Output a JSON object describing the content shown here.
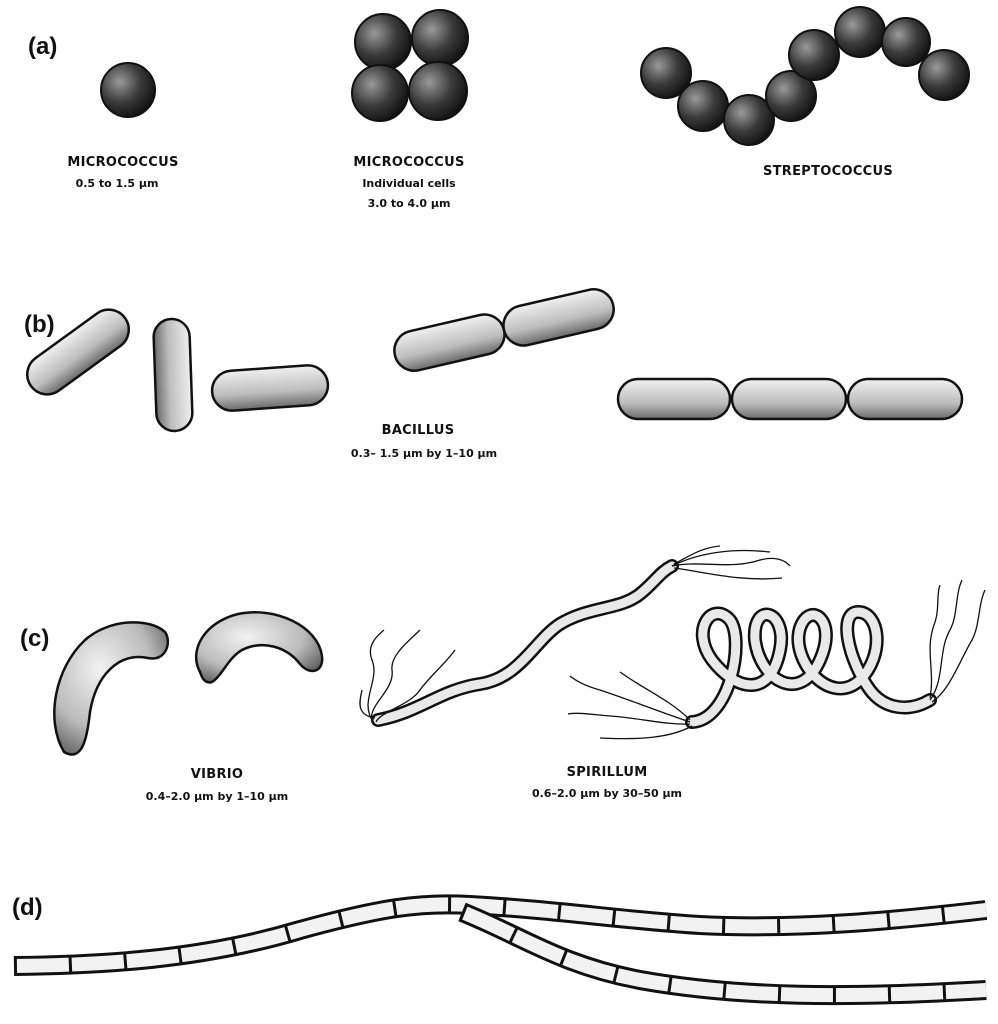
{
  "panels": {
    "a": {
      "label": "(a)",
      "items": [
        {
          "name": "MICROCOCCUS",
          "size_lines": [
            "0.5 to 1.5 µm"
          ]
        },
        {
          "name": "MICROCOCCUS",
          "size_lines": [
            "Individual cells",
            "3.0 to 4.0 µm"
          ]
        },
        {
          "name": "STREPTOCOCCUS",
          "size_lines": []
        }
      ]
    },
    "b": {
      "label": "(b)",
      "name": "BACILLUS",
      "size": "0.3– 1.5 µm by 1–10 µm"
    },
    "c": {
      "label": "(c)",
      "items": [
        {
          "name": "VIBRIO",
          "size": "0.4–2.0 µm by 1–10 µm"
        },
        {
          "name": "SPIRILLUM",
          "size": "0.6–2.0 µm by 30–50 µm"
        }
      ]
    },
    "d": {
      "label": "(d)"
    }
  },
  "colors": {
    "ink": "#111111",
    "cell_shade": "#3a3a3a",
    "rod_fill": "#d8d8d8",
    "background": "#ffffff"
  }
}
